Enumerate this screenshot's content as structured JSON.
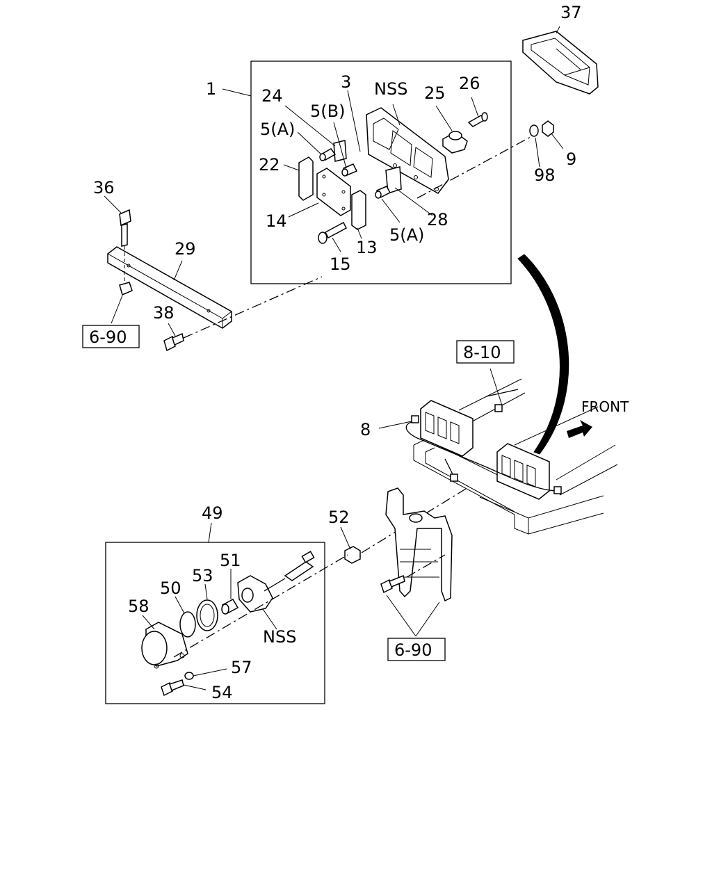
{
  "labels": {
    "l1": "1",
    "l3": "3",
    "l8": "8",
    "l9": "9",
    "l13": "13",
    "l14": "14",
    "l15": "15",
    "l22": "22",
    "l24": "24",
    "l25": "25",
    "l26": "26",
    "l28": "28",
    "l29": "29",
    "l36": "36",
    "l37": "37",
    "l38": "38",
    "l49": "49",
    "l50": "50",
    "l51": "51",
    "l52": "52",
    "l53": "53",
    "l54": "54",
    "l57": "57",
    "l58": "58",
    "l98": "98",
    "l5a1": "5(A)",
    "l5b": "5(B)",
    "l5a2": "5(A)",
    "nss1": "NSS",
    "nss2": "NSS",
    "front": "FRONT"
  },
  "refs": {
    "r690a": "6-90",
    "r810": "8-10",
    "r690b": "6-90"
  }
}
